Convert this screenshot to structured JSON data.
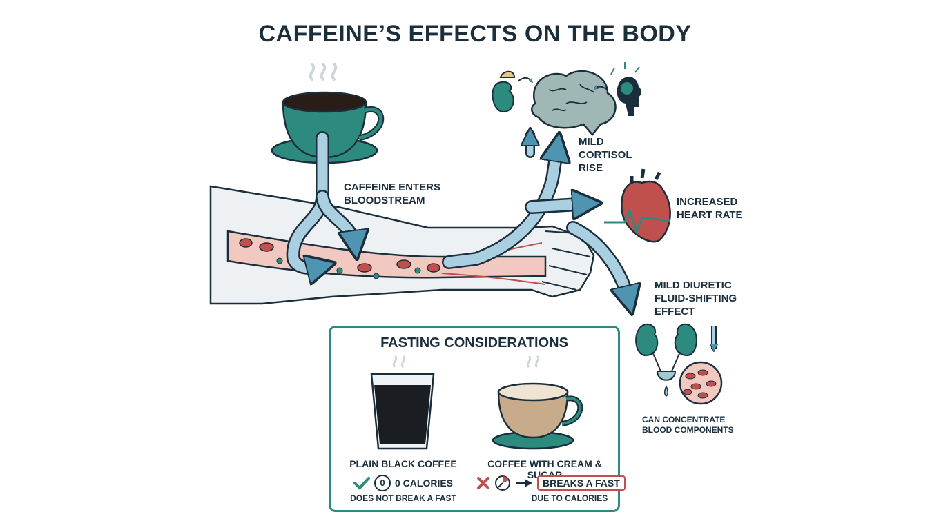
{
  "title": "CAFFEINE’S EFFECTS ON THE BODY",
  "labels": {
    "bloodstream": "CAFFEINE ENTERS\nBLOODSTREAM",
    "cortisol": "MILD\nCORTISOL\nRISE",
    "heart": "INCREASED\nHEART RATE",
    "diuretic": "MILD DIURETIC\nFLUID-SHIFTING\nEFFECT",
    "blood_components": "CAN CONCENTRATE\nBLOOD COMPONENTS"
  },
  "fasting": {
    "title": "FASTING CONSIDERATIONS",
    "black": {
      "name": "PLAIN BLACK COFFEE",
      "zero": "0",
      "calories": "0 CALORIES",
      "note": "DOES NOT BREAK A FAST"
    },
    "cream": {
      "name": "COFFEE WITH CREAM & SUGAR",
      "badge": "BREAKS A FAST",
      "note": "DUE TO CALORIES"
    }
  },
  "colors": {
    "teal": "#2c8a7e",
    "dark": "#1b2e3c",
    "arrow": "#4f94b0",
    "blood": "#f2c9c0",
    "red": "#c0504d"
  }
}
